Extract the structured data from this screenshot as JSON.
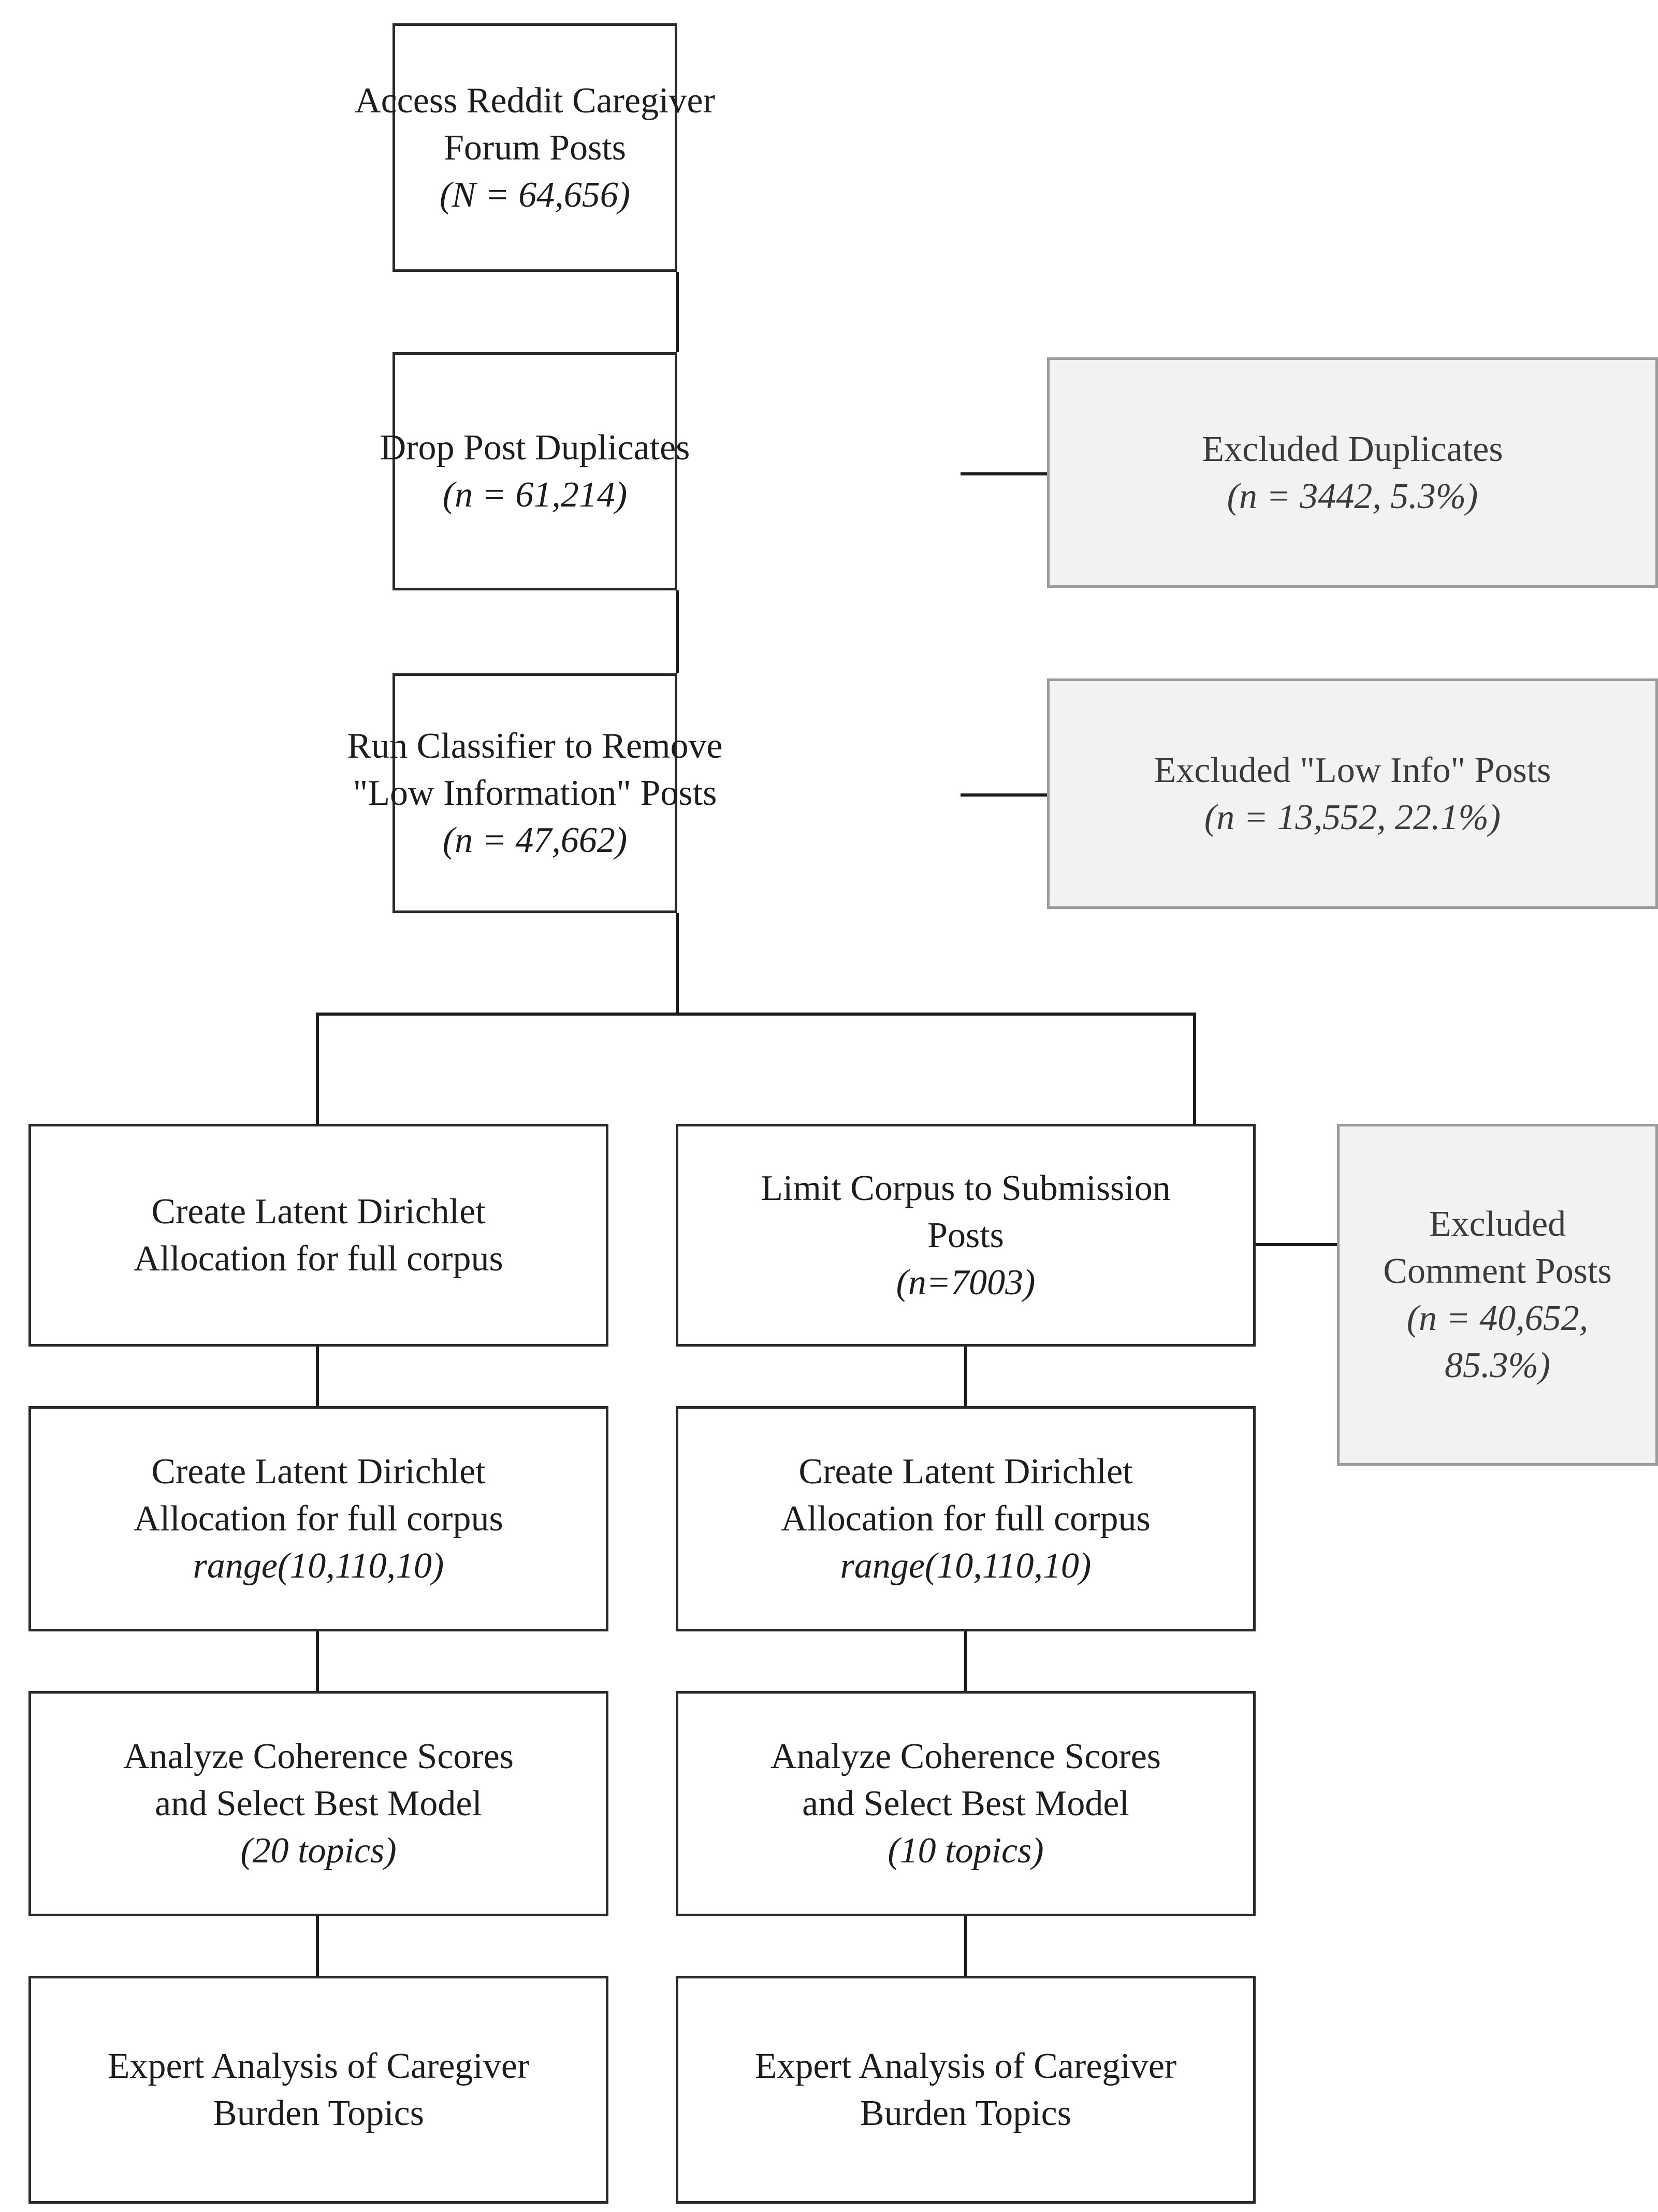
{
  "diagram": {
    "title": "Reddit Caregiver Forum Post Processing Flow",
    "colors": {
      "node_border": "#2a2a2a",
      "excluded_border": "#9b9b9b",
      "excluded_fill": "#f2f2f2",
      "connector": "#1b1b1b",
      "text": "#1d1d1d",
      "background": "#ffffff"
    },
    "nodes": [
      {
        "id": "access-posts",
        "kind": "process",
        "lines": [
          {
            "text": "Access Reddit Caregiver",
            "italic": false
          },
          {
            "text": "Forum Posts",
            "italic": false
          },
          {
            "text": "(N = 64,656)",
            "italic": true
          }
        ]
      },
      {
        "id": "drop-duplicates",
        "kind": "process",
        "lines": [
          {
            "text": "Drop Post Duplicates",
            "italic": false
          },
          {
            "text": "(n = 61,214)",
            "italic": true
          }
        ]
      },
      {
        "id": "excluded-duplicates",
        "kind": "excluded",
        "lines": [
          {
            "text": "Excluded Duplicates",
            "italic": false
          },
          {
            "text": "(n = 3442, 5.3%)",
            "italic": true
          }
        ]
      },
      {
        "id": "run-classifier",
        "kind": "process",
        "lines": [
          {
            "text": "Run Classifier to Remove",
            "italic": false
          },
          {
            "text": "\"Low Information\" Posts",
            "italic": false
          },
          {
            "text": "(n = 47,662)",
            "italic": true
          }
        ]
      },
      {
        "id": "excluded-low-info",
        "kind": "excluded",
        "lines": [
          {
            "text": "Excluded \"Low Info\" Posts",
            "italic": false
          },
          {
            "text": "(n = 13,552, 22.1%)",
            "italic": true
          }
        ]
      },
      {
        "id": "lda-full-corpus-left",
        "kind": "process",
        "lines": [
          {
            "text": "Create Latent Dirichlet",
            "italic": false
          },
          {
            "text": "Allocation for full corpus",
            "italic": false
          }
        ]
      },
      {
        "id": "limit-submission-posts",
        "kind": "process",
        "lines": [
          {
            "text": "Limit Corpus to Submission",
            "italic": false
          },
          {
            "text": "Posts",
            "italic": false
          },
          {
            "text": "(n=7003)",
            "italic": true
          }
        ]
      },
      {
        "id": "excluded-comment-posts",
        "kind": "excluded",
        "lines": [
          {
            "text": "Excluded",
            "italic": false
          },
          {
            "text": "Comment Posts",
            "italic": false
          },
          {
            "text": "(n = 40,652,",
            "italic": true
          },
          {
            "text": "85.3%)",
            "italic": true
          }
        ]
      },
      {
        "id": "lda-range-left",
        "kind": "process",
        "lines": [
          {
            "text": "Create Latent Dirichlet",
            "italic": false
          },
          {
            "text": "Allocation for full corpus",
            "italic": false
          },
          {
            "text": "range(10,110,10)",
            "italic": true
          }
        ]
      },
      {
        "id": "lda-range-right",
        "kind": "process",
        "lines": [
          {
            "text": "Create Latent Dirichlet",
            "italic": false
          },
          {
            "text": "Allocation for full corpus",
            "italic": false
          },
          {
            "text": "range(10,110,10)",
            "italic": true
          }
        ]
      },
      {
        "id": "coherence-left",
        "kind": "process",
        "lines": [
          {
            "text": "Analyze Coherence Scores",
            "italic": false
          },
          {
            "text": "and Select Best Model",
            "italic": false
          },
          {
            "text": "(20 topics)",
            "italic": true
          }
        ]
      },
      {
        "id": "coherence-right",
        "kind": "process",
        "lines": [
          {
            "text": "Analyze Coherence Scores",
            "italic": false
          },
          {
            "text": "and Select Best Model",
            "italic": false
          },
          {
            "text": "(10 topics)",
            "italic": true
          }
        ]
      },
      {
        "id": "expert-analysis-left",
        "kind": "process",
        "lines": [
          {
            "text": "Expert Analysis of Caregiver",
            "italic": false
          },
          {
            "text": "Burden Topics",
            "italic": false
          }
        ]
      },
      {
        "id": "expert-analysis-right",
        "kind": "process",
        "lines": [
          {
            "text": "Expert Analysis of Caregiver",
            "italic": false
          },
          {
            "text": "Burden Topics",
            "italic": false
          }
        ]
      }
    ]
  }
}
